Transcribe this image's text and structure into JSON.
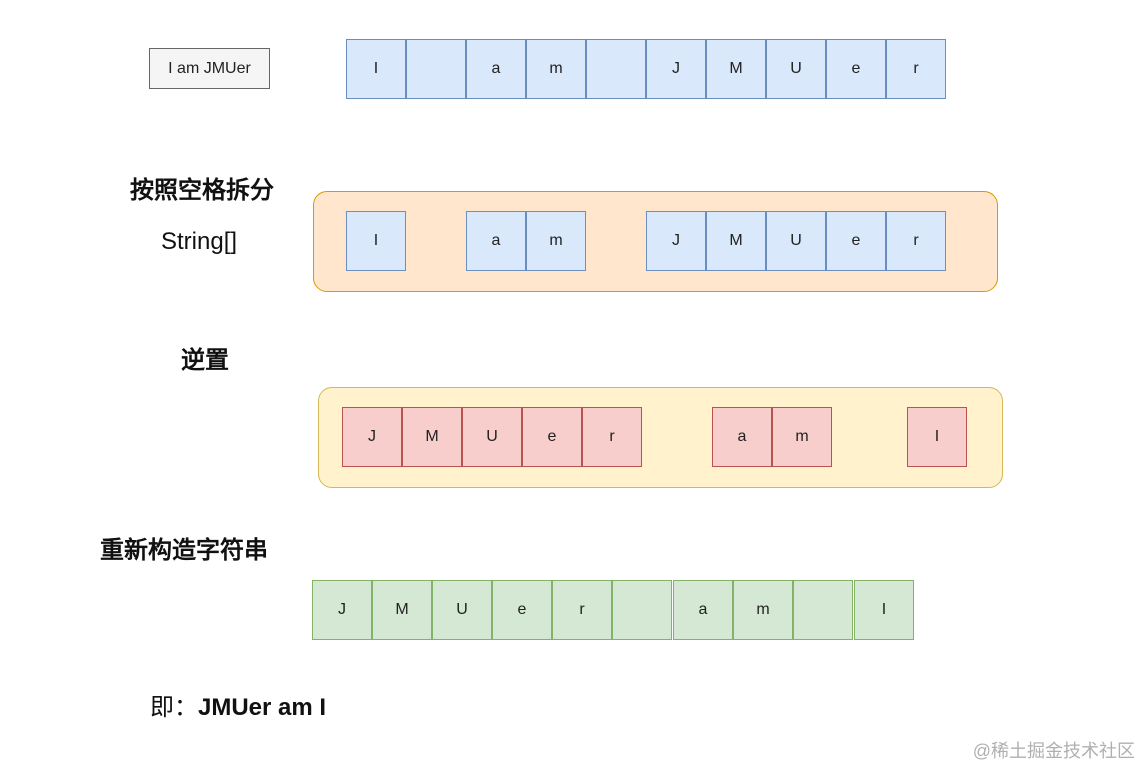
{
  "input_text": "I am JMUer",
  "steps": {
    "split_label": "按照空格拆分",
    "split_type": "String[]",
    "reverse_label": "逆置",
    "rebuild_label": "重新构造字符串"
  },
  "rows": {
    "original": [
      "I",
      "",
      "a",
      "m",
      "",
      "J",
      "M",
      "U",
      "e",
      "r"
    ],
    "split": [
      [
        "I"
      ],
      [
        "a",
        "m"
      ],
      [
        "J",
        "M",
        "U",
        "e",
        "r"
      ]
    ],
    "reversed": [
      [
        "J",
        "M",
        "U",
        "e",
        "r"
      ],
      [
        "a",
        "m"
      ],
      [
        "I"
      ]
    ],
    "rebuilt": [
      "J",
      "M",
      "U",
      "e",
      "r",
      "",
      "a",
      "m",
      "",
      "I"
    ]
  },
  "conclusion": {
    "prefix": "即：",
    "result": "JMUer am I"
  },
  "watermark": "@稀土掘金技术社区",
  "colors": {
    "blue_fill": "#dae8fc",
    "blue_stroke": "#6c8ebf",
    "red_fill": "#f8cecc",
    "red_stroke": "#b85450",
    "green_fill": "#d5e8d4",
    "green_stroke": "#82b366",
    "orange_fill": "#ffe6cc",
    "orange_stroke": "#d79b00",
    "yellow_fill": "#fff2cc",
    "yellow_stroke": "#d6b656"
  }
}
